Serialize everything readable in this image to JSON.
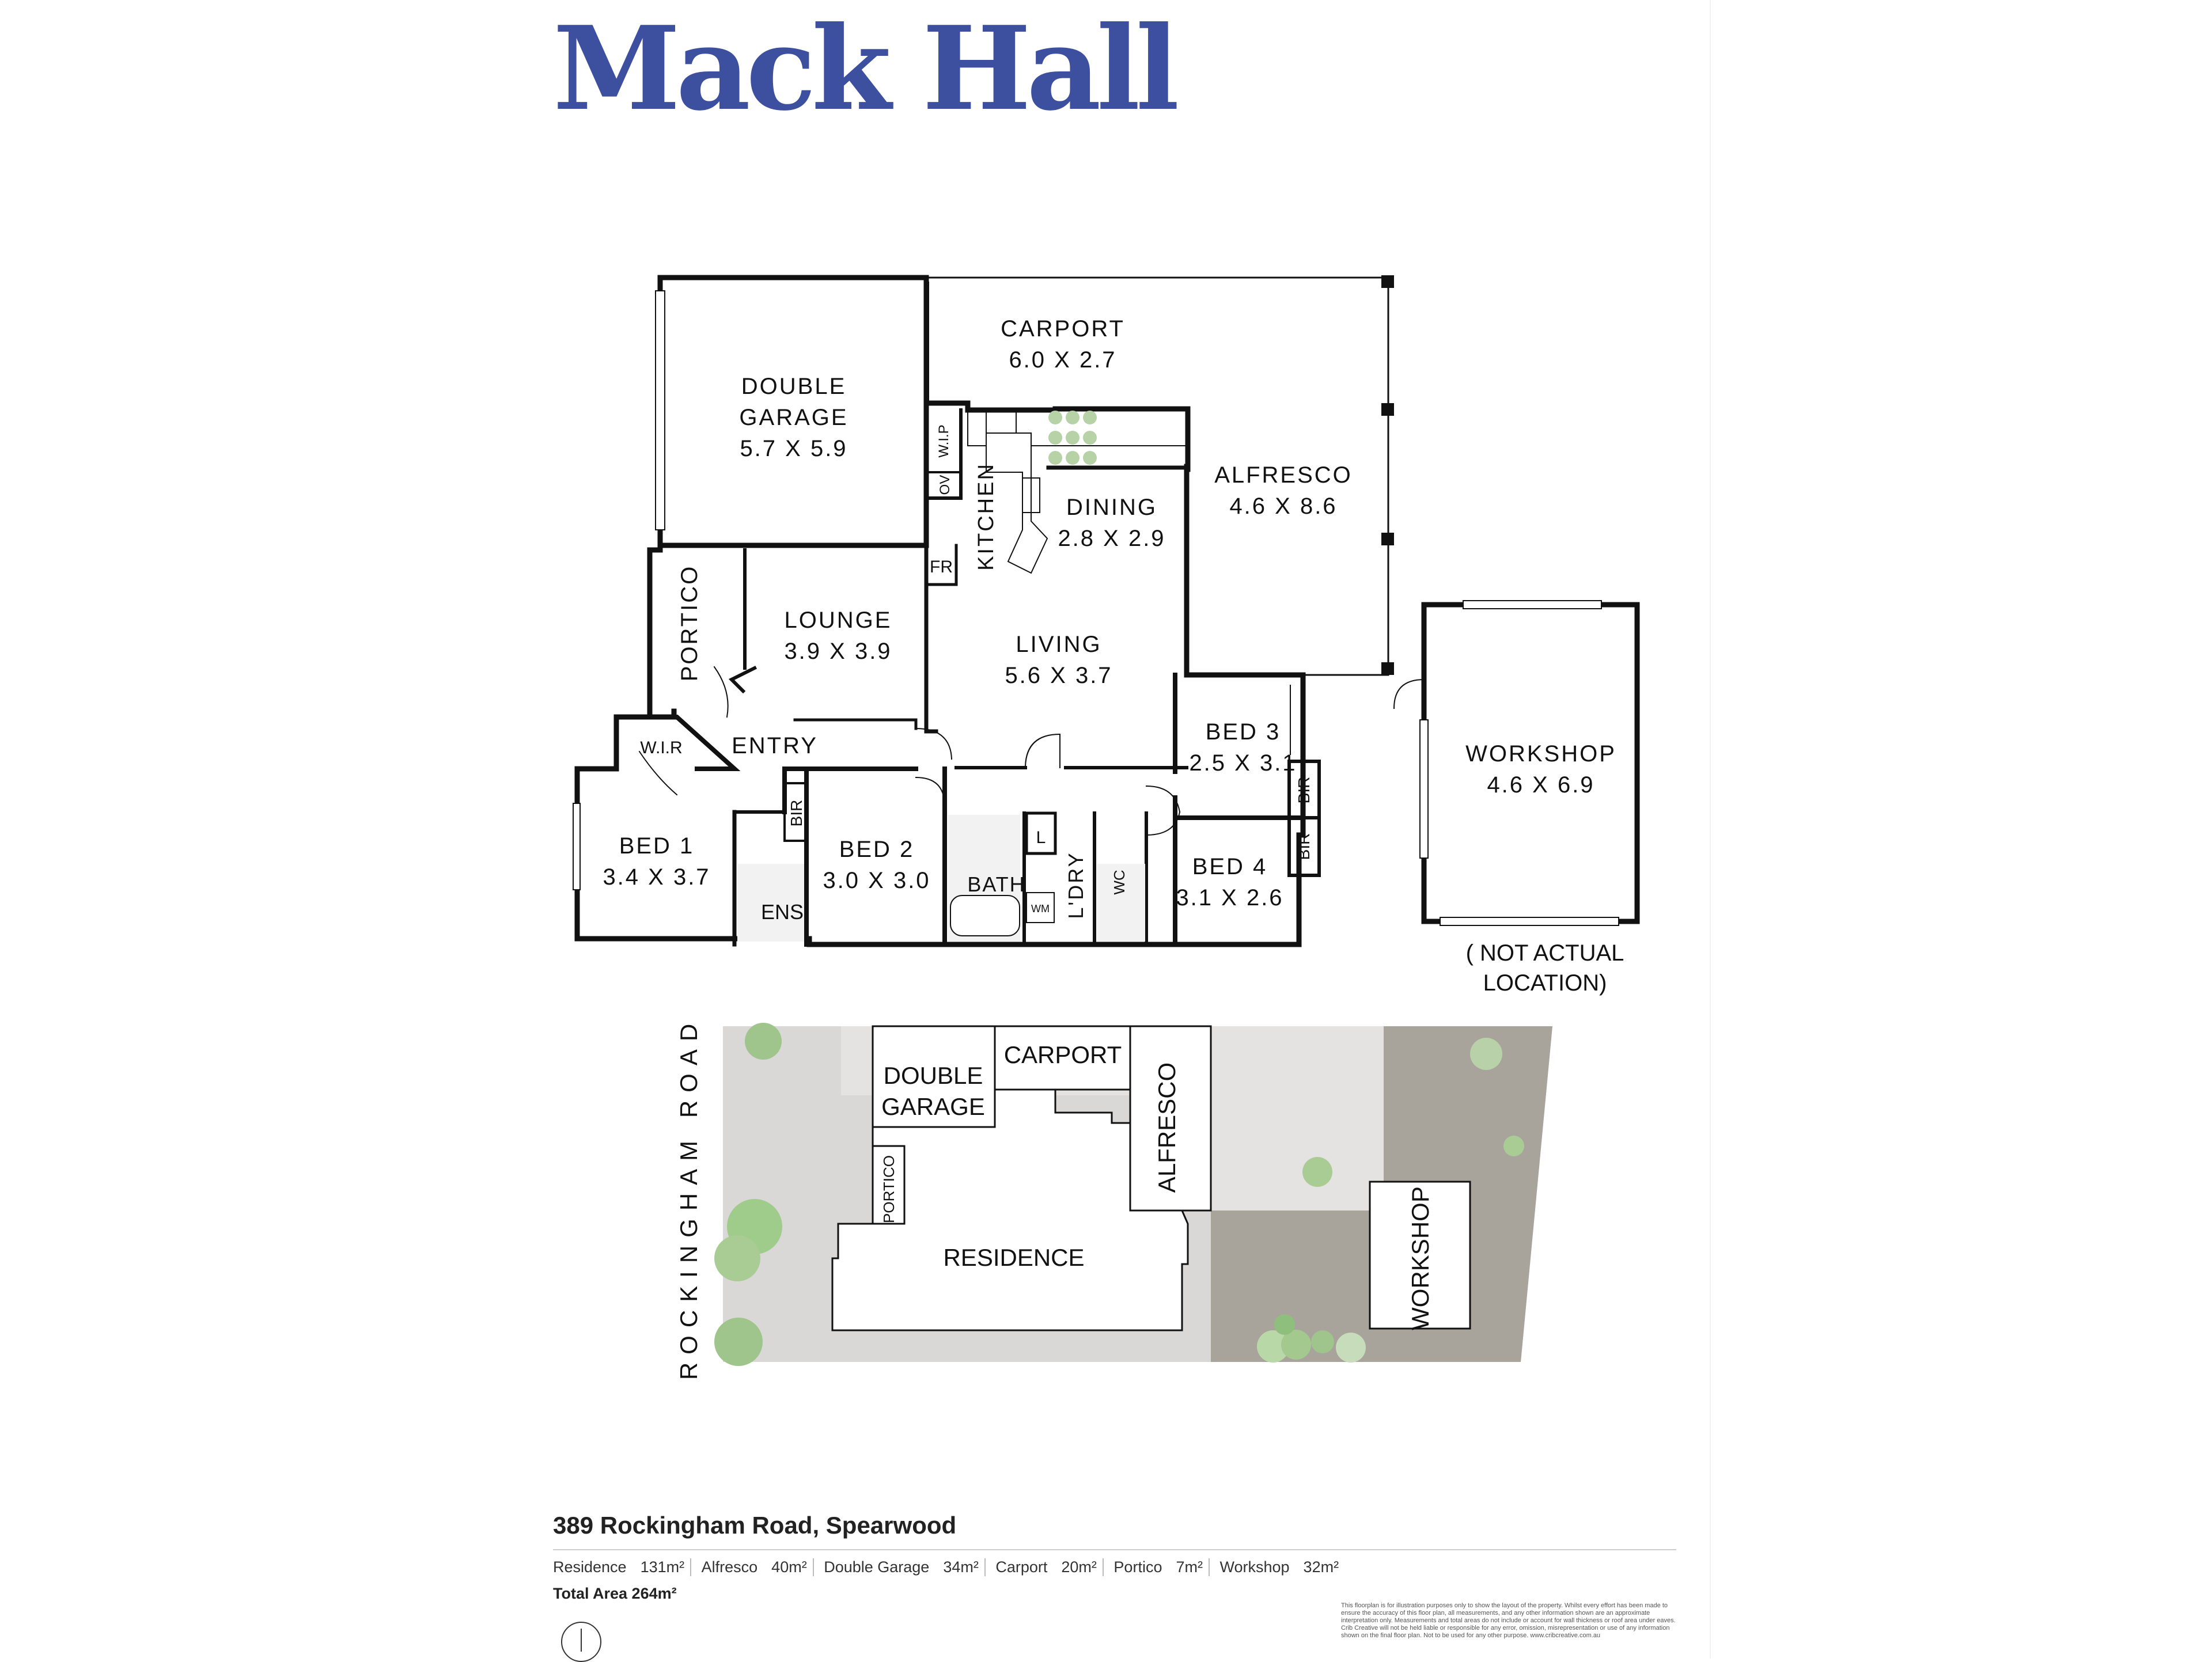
{
  "brand": {
    "logo_text": "Mack Hall",
    "color": "#3d4f9f"
  },
  "floorplan": {
    "rooms": {
      "carport": {
        "name": "CARPORT",
        "dims": "6.0 X 2.7"
      },
      "double_garage": {
        "name_line1": "DOUBLE",
        "name_line2": "GARAGE",
        "dims": "5.7 X 5.9"
      },
      "alfresco": {
        "name": "ALFRESCO",
        "dims": "4.6 X 8.6"
      },
      "dining": {
        "name": "DINING",
        "dims": "2.8 X 2.9"
      },
      "kitchen": {
        "name": "KITCHEN"
      },
      "wip": {
        "name": "W.I.P"
      },
      "ov": {
        "name": "OV"
      },
      "fr": {
        "name": "FR"
      },
      "portico": {
        "name": "PORTICO"
      },
      "lounge": {
        "name": "LOUNGE",
        "dims": "3.9 X 3.9"
      },
      "living": {
        "name": "LIVING",
        "dims": "5.6 X 3.7"
      },
      "entry": {
        "name": "ENTRY"
      },
      "wir": {
        "name": "W.I.R"
      },
      "bed1": {
        "name": "BED 1",
        "dims": "3.4 X 3.7"
      },
      "ens": {
        "name": "ENS"
      },
      "bir_bed2": {
        "name": "BIR"
      },
      "bed2": {
        "name": "BED 2",
        "dims": "3.0 X 3.0"
      },
      "bath": {
        "name": "BATH"
      },
      "wm": {
        "name": "WM"
      },
      "linen": {
        "name": "L"
      },
      "ldry": {
        "name": "L'DRY"
      },
      "wc": {
        "name": "WC"
      },
      "bed3": {
        "name": "BED 3",
        "dims": "2.5 X 3.1"
      },
      "bir_bed3": {
        "name": "BIR"
      },
      "bir_bed4": {
        "name": "BIR"
      },
      "bed4": {
        "name": "BED 4",
        "dims": "3.1 X 2.6"
      },
      "workshop": {
        "name": "WORKSHOP",
        "dims": "4.6 X 6.9"
      }
    },
    "workshop_note_line1": "( NOT ACTUAL",
    "workshop_note_line2": "LOCATION)"
  },
  "siteplan": {
    "road": "ROCKINGHAM ROAD",
    "double_garage_line1": "DOUBLE",
    "double_garage_line2": "GARAGE",
    "carport": "CARPORT",
    "alfresco": "ALFRESCO",
    "portico": "PORTICO",
    "residence": "RESIDENCE",
    "workshop": "WORKSHOP"
  },
  "footer": {
    "address": "389 Rockingham Road, Spearwood",
    "areas": [
      {
        "name": "Residence",
        "value": "131m²"
      },
      {
        "name": "Alfresco",
        "value": "40m²"
      },
      {
        "name": "Double Garage",
        "value": "34m²"
      },
      {
        "name": "Carport",
        "value": "20m²"
      },
      {
        "name": "Portico",
        "value": "7m²"
      },
      {
        "name": "Workshop",
        "value": "32m²"
      }
    ],
    "total_label": "Total Area",
    "total_value": "264m²",
    "disclaimer": "This floorplan is for illustration purposes only to show the layout of the property. Whilst every effort has been made to ensure the accuracy of this floor plan, all measurements, and any other information shown are an approximate interpretation only. Measurements and total areas do not include or account for wall thickness or roof area under eaves. Crib Creative will not be held liable or responsible for any error, omission, misrepresentation or use of any information shown on the final floor plan. Not to be used for any other purpose. www.cribcreative.com.au"
  }
}
